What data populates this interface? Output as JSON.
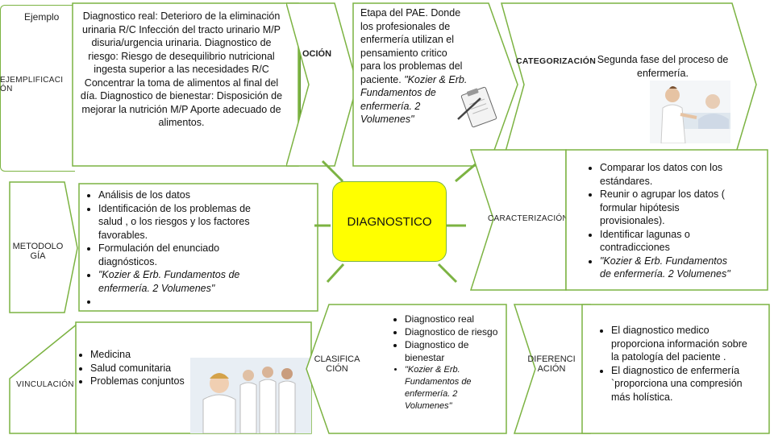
{
  "top_left": {
    "ejemplo_label": "Ejemplo",
    "ejemplificacion_label": "EJEMPLIFICACI\nÓN",
    "diagnosis_text": "Diagnostico real: Deterioro de la eliminación urinaria R/C Infección del tracto urinario M/P disuria/urgencia urinaria. Diagnostico de riesgo: Riesgo de desequilibrio nutricional ingesta superior a las necesidades R/C Concentrar la toma de alimentos al final del día. Diagnostico de bienestar: Disposición de mejorar la nutrición M/P Aporte adecuado de alimentos.",
    "side_label_partial": "OCIÓN"
  },
  "top_center": {
    "definition_text": "Etapa del PAE. Donde los profesionales de enfermería utilizan el pensamiento critico para los problemas del paciente.",
    "citation": "\"Kozier & Erb. Fundamentos de enfermería. 2 Volumenes\""
  },
  "top_right": {
    "label": "CATEGORIZACIÓN",
    "text": "Segunda fase del proceso de enfermería."
  },
  "metodologia": {
    "label": "METODOLO\nGÍA",
    "items": [
      "Análisis de los datos",
      "Identificación de los problemas de salud , o los riesgos y los factores favorables.",
      "Formulación del enunciado diagnósticos.",
      "\"Kozier & Erb. Fundamentos de enfermería. 2 Volumenes\"",
      ""
    ]
  },
  "center": {
    "label": "DIAGNOSTICO"
  },
  "caracterizacion": {
    "label": "CARACTERIZACIÓN",
    "items": [
      "Comparar los datos con los estándares.",
      "Reunir o agrupar los datos ( formular hipótesis provisionales).",
      "Identificar lagunas o contradicciones",
      "\"Kozier & Erb. Fundamentos de enfermería. 2 Volumenes\""
    ]
  },
  "vinculacion": {
    "label": "VINCULACIÓN",
    "items": [
      "Medicina",
      "Salud comunitaria",
      "Problemas conjuntos"
    ]
  },
  "clasificacion": {
    "label": "CLASIFICA\nCIÓN",
    "items": [
      "Diagnostico real",
      "Diagnostico de riesgo",
      "Diagnostico de bienestar",
      "\"Kozier & Erb. Fundamentos de enfermería. 2 Volumenes\""
    ]
  },
  "diferenciacion": {
    "label": "DIFERENCI\nACIÓN",
    "items": [
      "El diagnostico medico proporciona información sobre la patología del paciente .",
      "El diagnostico de enfermería `proporciona una compresión más holística."
    ]
  },
  "colors": {
    "green": "#7cb342",
    "yellow": "#ffff00"
  }
}
